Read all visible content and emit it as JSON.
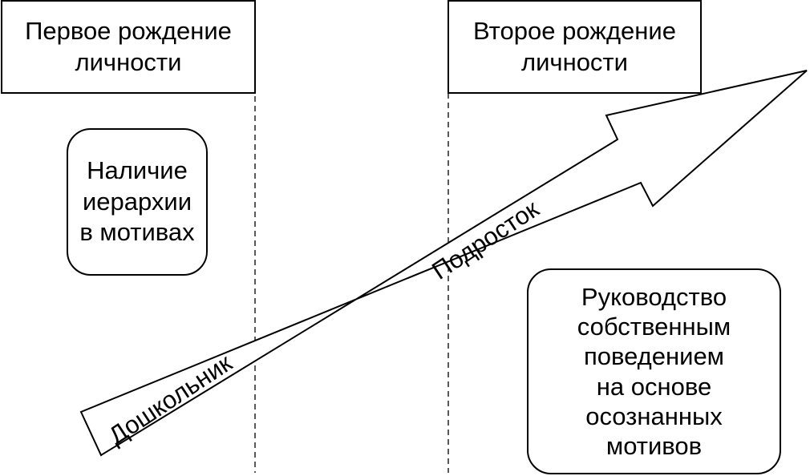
{
  "stages": {
    "first_birth": "Первое рождение\nличности",
    "second_birth": "Второе рождение\nличности"
  },
  "notes": {
    "hierarchy": "Наличие\nиерархии\nв мотивах",
    "self_control": "Руководство\nсобственным\nповедением\nна основе\nосознанных\nмотивов"
  },
  "arrow": {
    "label_start": "Дошкольник",
    "label_mid": "Подросток"
  }
}
